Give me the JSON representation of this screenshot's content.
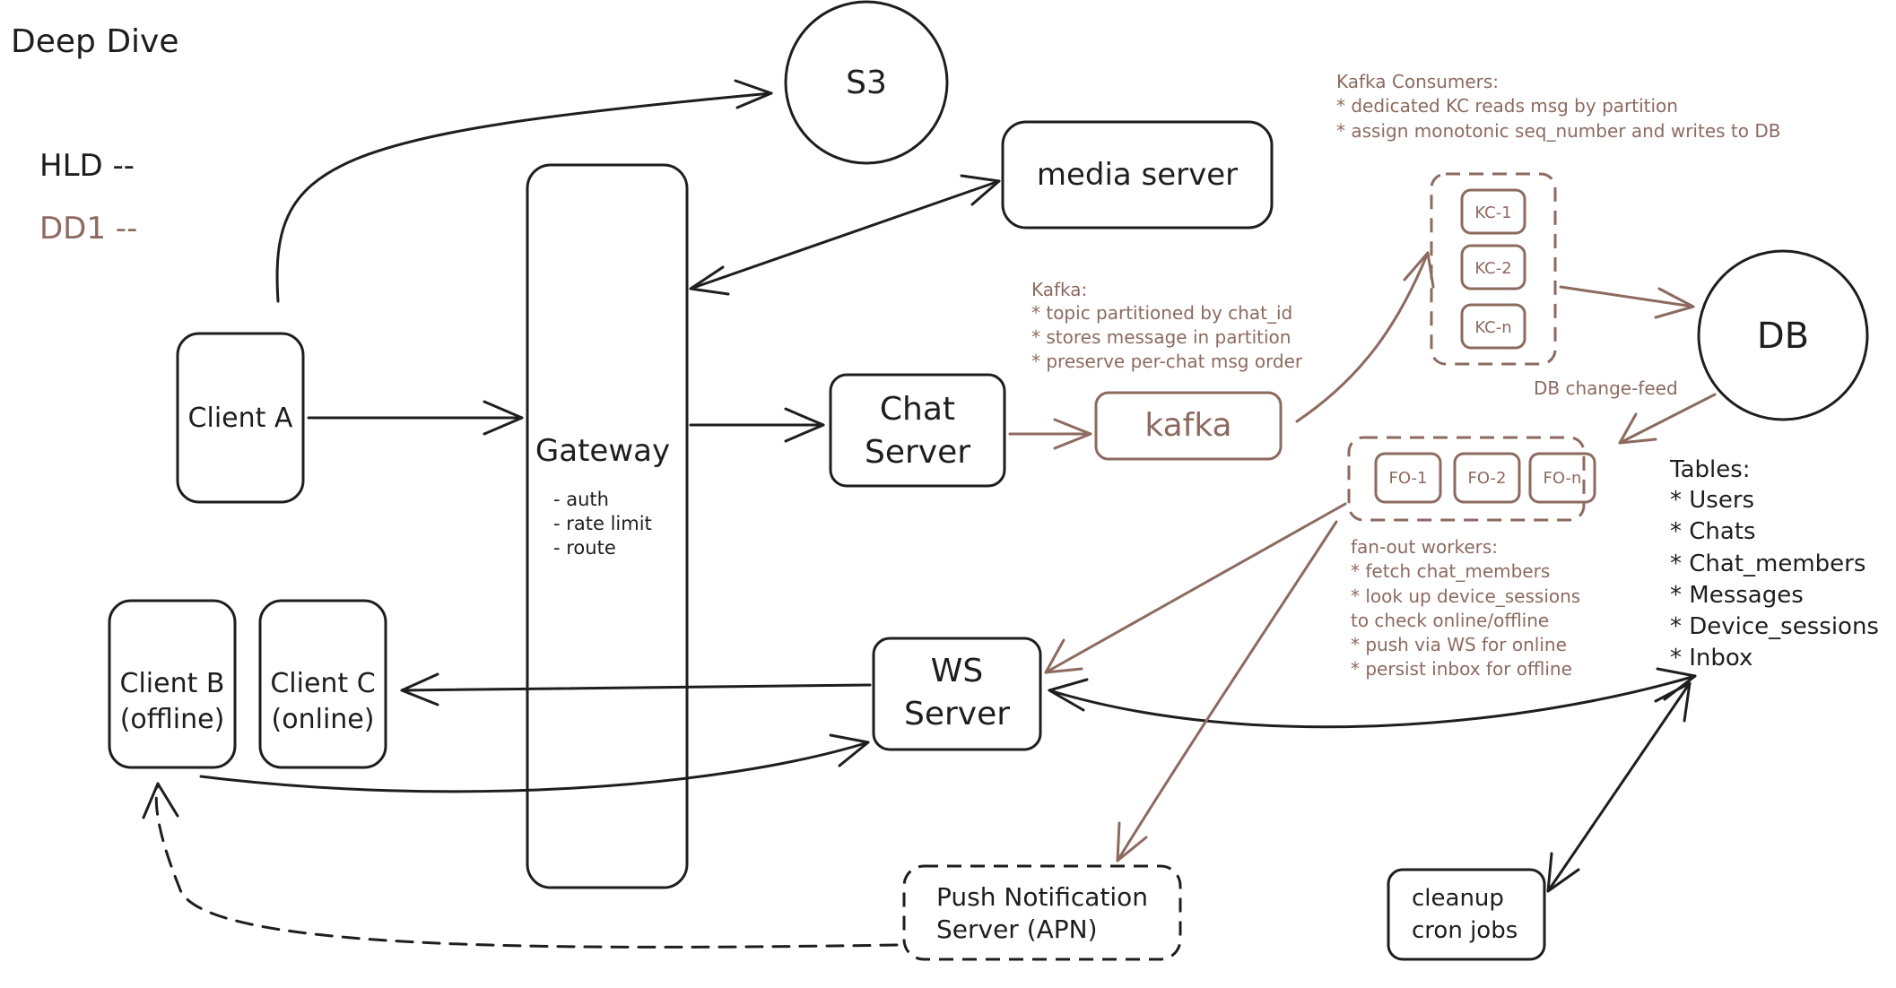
{
  "title": "Deep Dive",
  "legend": {
    "hld": "HLD --",
    "dd1": "DD1 --"
  },
  "colors": {
    "hld": "#1e1e1e",
    "dd1": "#8c6a60"
  },
  "nodes": {
    "s3": "S3",
    "media_server": "media server",
    "gateway": "Gateway",
    "gateway_notes": [
      "- auth",
      "- rate limit",
      "- route"
    ],
    "client_a": "Client A",
    "client_b": [
      "Client B",
      "(offline)"
    ],
    "client_c": [
      "Client C",
      "(online)"
    ],
    "chat_server": [
      "Chat",
      "Server"
    ],
    "kafka": "kafka",
    "kc": [
      "KC-1",
      "KC-2",
      "KC-n"
    ],
    "db": "DB",
    "fo": [
      "FO-1",
      "FO-2",
      "FO-n"
    ],
    "ws_server": [
      "WS",
      "Server"
    ],
    "push_server": [
      "Push Notification",
      "Server (APN)"
    ],
    "cleanup": [
      "cleanup",
      "cron jobs"
    ]
  },
  "notes": {
    "kafka": [
      "Kafka:",
      "* topic partitioned by chat_id",
      "* stores message in partition",
      "* preserve per-chat msg order"
    ],
    "consumers": [
      "Kafka Consumers:",
      "* dedicated KC reads msg by partition",
      "* assign monotonic seq_number and writes to DB"
    ],
    "change_feed": "DB change-feed",
    "fanout": [
      "fan-out workers:",
      "* fetch chat_members",
      "* look up device_sessions",
      "to check online/offline",
      "* push via WS for online",
      "* persist inbox for offline"
    ],
    "tables": [
      "Tables:",
      "* Users",
      "* Chats",
      "* Chat_members",
      "* Messages",
      "* Device_sessions",
      "* Inbox"
    ]
  }
}
